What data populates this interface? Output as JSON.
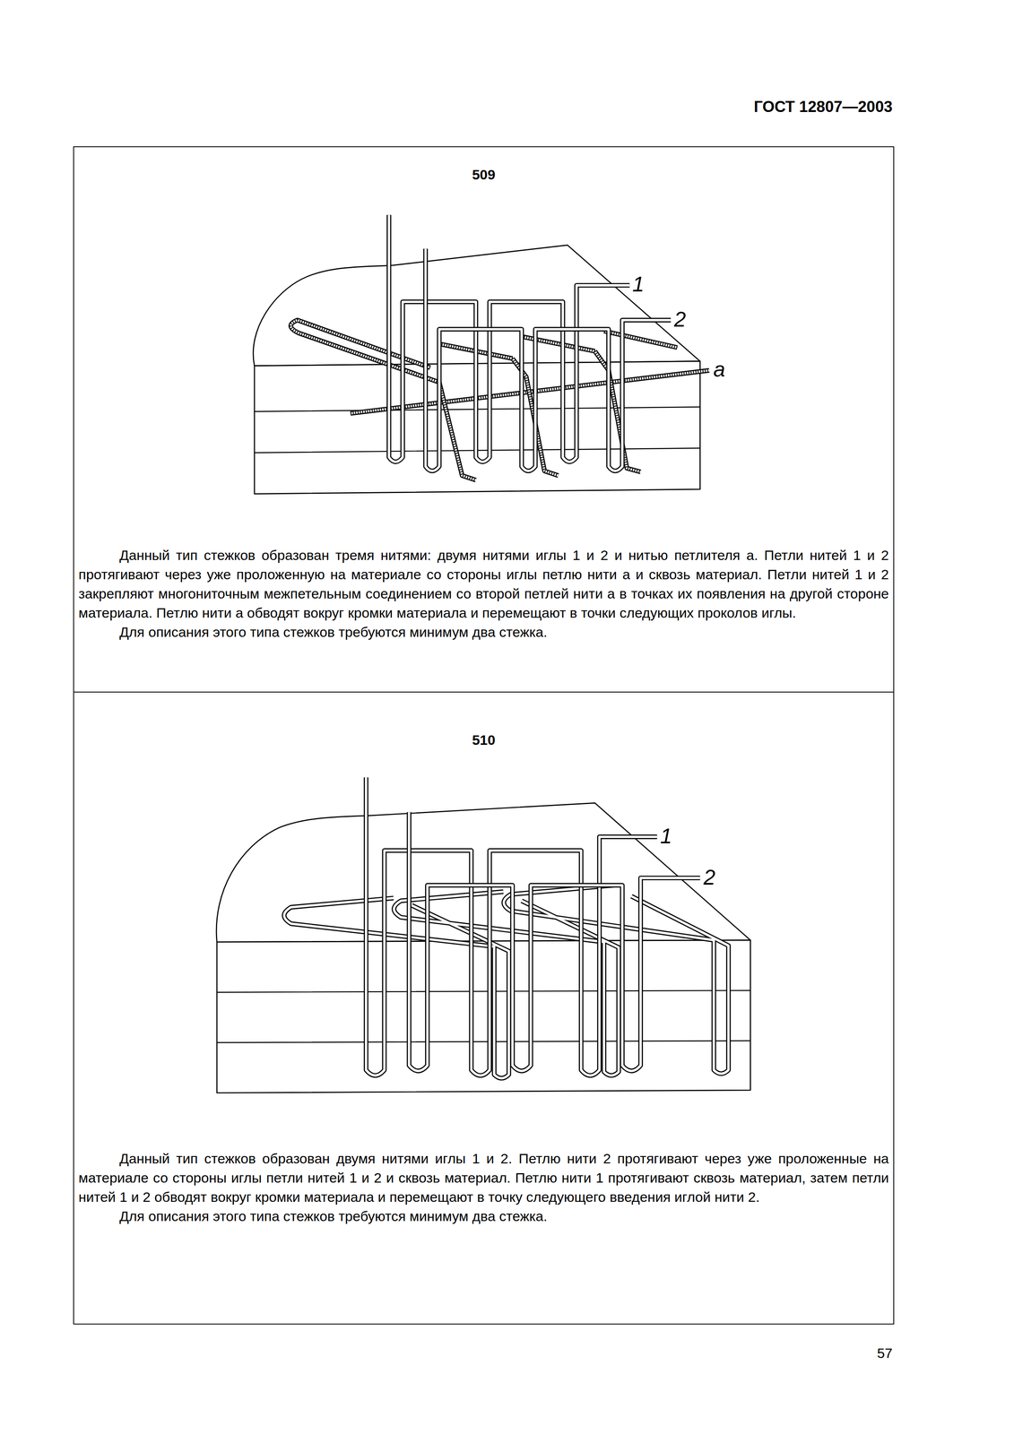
{
  "diagram": {
    "nodes": [
      {
        "text": [
          "509",
          "Данный тип стежков образован тремя нитями: двумя нитями иглы 1 и 2 и нитью петлителя a. Петли нитей 1 и 2 протягивают через уже проложенную на материале со стороны иглы петлю нити a и сквозь материал. Петли нитей 1 и 2 закрепляют многониточным межпетельным соединением со второй петлей нити a в точках их появления на другой стороне материала. Петлю нити a обводят вокруг кромки материала и перемещают в точки следующих проколов иглы.",
          "Для описания этого типа стежков требуются минимум два стежка."
        ]
      },
      {
        "text": [
          "510",
          "Данный тип стежков образован двумя нитями иглы 1 и 2. Петлю нити 2 протягивают через уже проложенные на материале со стороны иглы петли нитей 1 и 2 и сквозь материал. Петлю нити 1 протягивают сквозь материал, затем петли нитей 1 и 2 обводят вокруг кромки материала и перемещают в точку следующего введения иглой нити 2.",
          "Для описания этого типа стежков требуются минимум два стежка."
        ]
      }
    ],
    "labels": [
      "ГОСТ 12807—2003",
      "1",
      "2",
      "a",
      "1",
      "2",
      "57"
    ]
  }
}
